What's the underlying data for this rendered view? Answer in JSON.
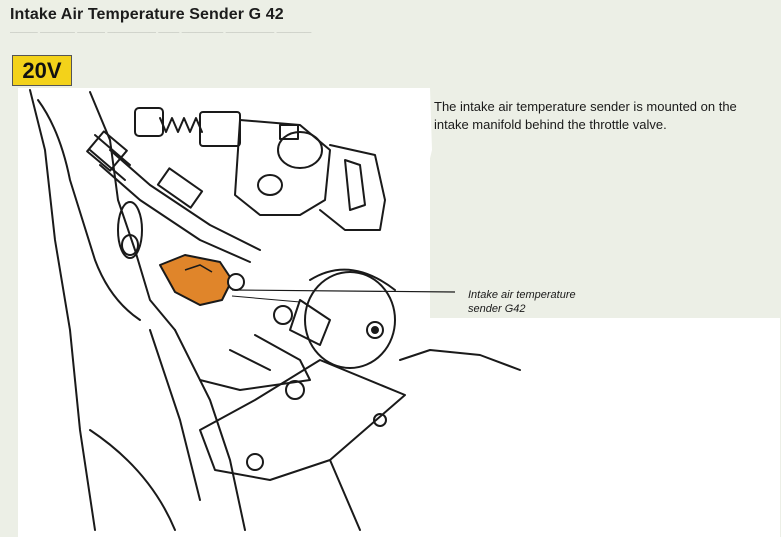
{
  "header": {
    "title": "Intake Air Temperature Sender G 42",
    "engine_badge": "20V",
    "badge_color": "#f3d21a"
  },
  "main": {
    "description": "The intake air temperature sender is mounted on the intake manifold behind the throttle valve."
  },
  "callout": {
    "line1": "Intake air temperature",
    "line2": "sender G42",
    "highlight_color": "#e0852a"
  }
}
